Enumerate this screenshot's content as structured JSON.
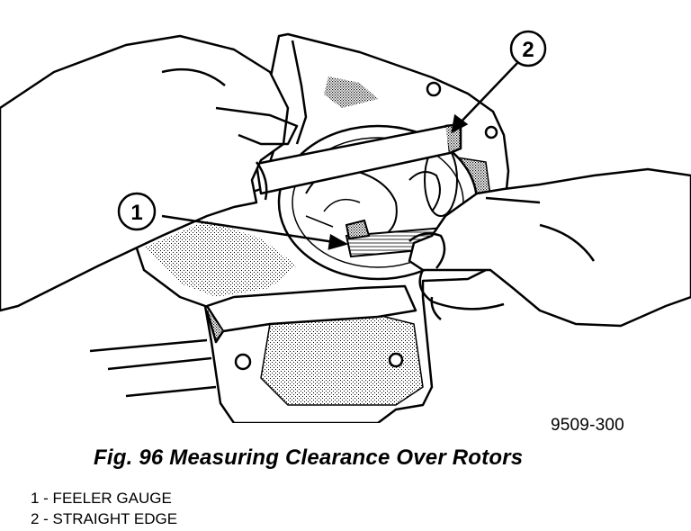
{
  "figure": {
    "code": "9509-300",
    "caption": "Fig. 96 Measuring Clearance Over Rotors"
  },
  "callouts": [
    {
      "number": "1"
    },
    {
      "number": "2"
    }
  ],
  "legend": [
    {
      "text": "1 - FEELER GAUGE"
    },
    {
      "text": "2 - STRAIGHT EDGE"
    }
  ]
}
